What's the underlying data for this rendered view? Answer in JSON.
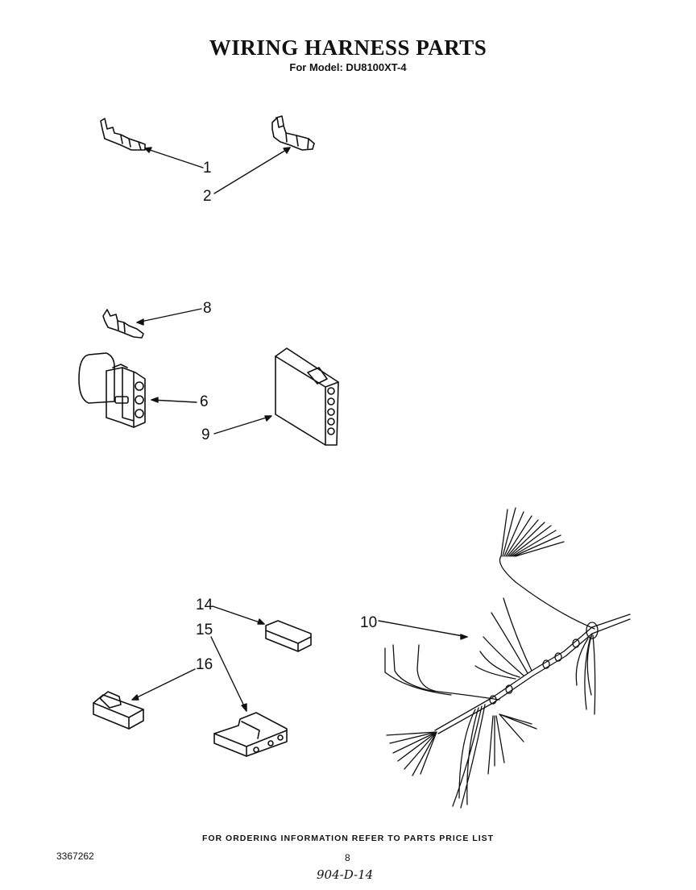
{
  "header": {
    "title": "WIRING HARNESS PARTS",
    "subtitle": "For Model: DU8100XT-4"
  },
  "callouts": {
    "c1": "1",
    "c2": "2",
    "c8": "8",
    "c6": "6",
    "c9": "9",
    "c14": "14",
    "c15": "15",
    "c16": "16",
    "c10": "10"
  },
  "footer": {
    "ordering_note": "FOR ORDERING INFORMATION REFER TO PARTS PRICE LIST",
    "document_number": "3367262",
    "page_number": "8",
    "handwritten_note": "904-D-14"
  }
}
